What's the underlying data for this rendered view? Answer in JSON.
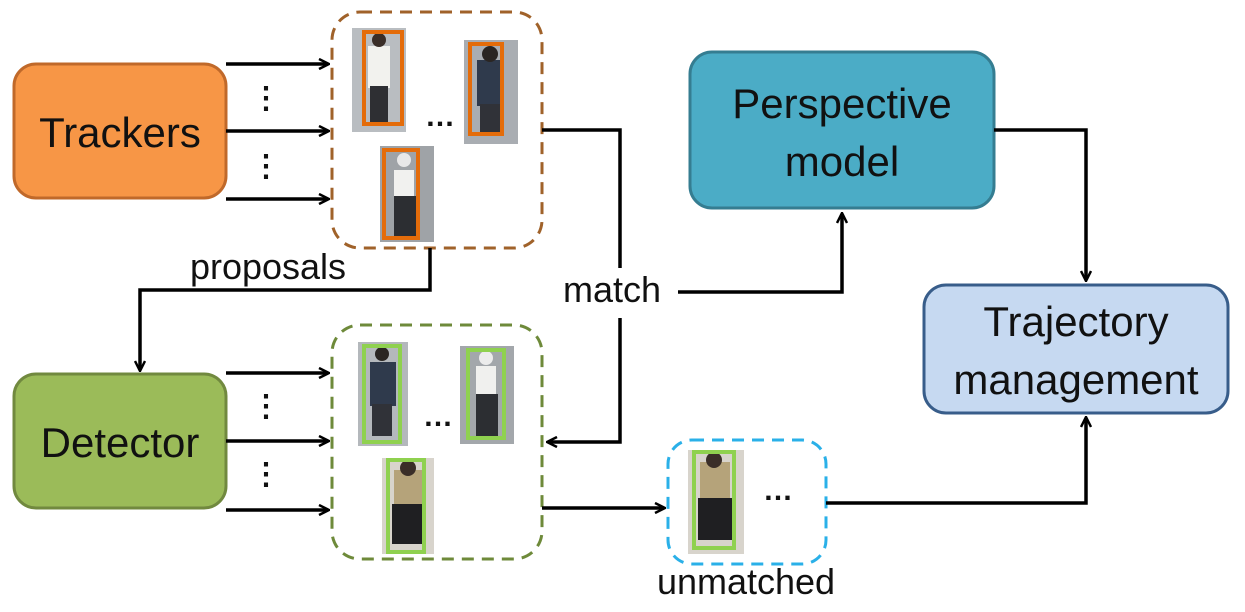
{
  "boxes": {
    "trackers": {
      "label": "Trackers",
      "fill": "#f79646",
      "stroke": "#c0692a"
    },
    "detector": {
      "label": "Detector",
      "fill": "#9bbb59",
      "stroke": "#71893f"
    },
    "perspective": {
      "line1": "Perspective",
      "line2": "model",
      "fill": "#4bacc6",
      "stroke": "#357d91"
    },
    "trajectory": {
      "line1": "Trajectory",
      "line2": "management",
      "fill": "#c6d9f1",
      "stroke": "#385d8a"
    }
  },
  "labels": {
    "proposals": "proposals",
    "match": "match",
    "unmatched": "unmatched"
  },
  "ellipsis": "…",
  "vertical_ellipsis": "⋮",
  "group_colors": {
    "proposals_border": "#a0622a",
    "detections_border": "#6e8a3a",
    "unmatched_border": "#2ab0e8",
    "tracker_bbox": "#e46c0a",
    "detector_bbox": "#8fd14f"
  }
}
